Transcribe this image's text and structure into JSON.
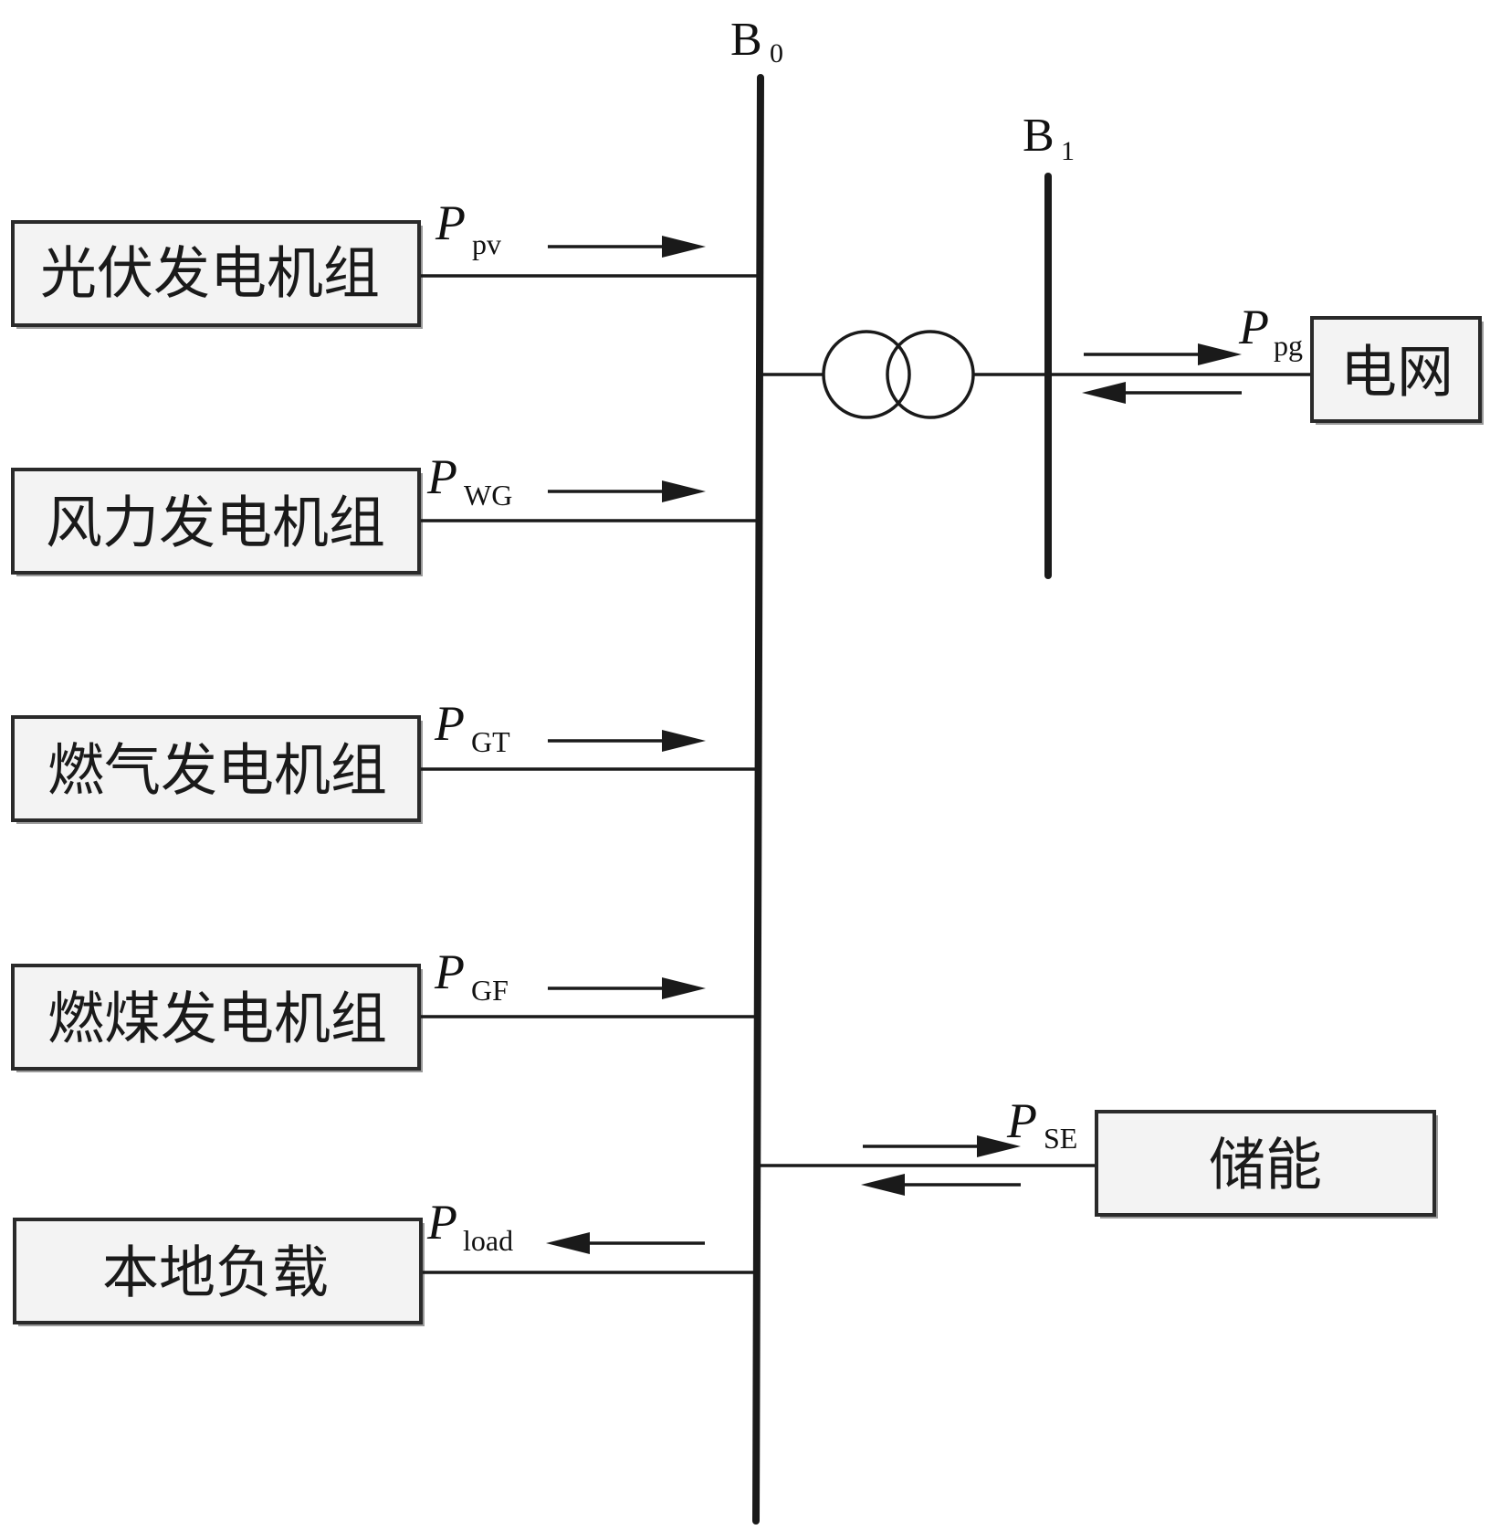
{
  "buses": {
    "b0": {
      "letter": "B",
      "sub": "0"
    },
    "b1": {
      "letter": "B",
      "sub": "1"
    }
  },
  "components": {
    "pv": {
      "label": "光伏发电机组",
      "symbol": "P",
      "sub": "pv"
    },
    "wg": {
      "label": "风力发电机组",
      "symbol": "P",
      "sub": "WG"
    },
    "gt": {
      "label": "燃气发电机组",
      "symbol": "P",
      "sub": "GT"
    },
    "gf": {
      "label": "燃煤发电机组",
      "symbol": "P",
      "sub": "GF"
    },
    "load": {
      "label": "本地负载",
      "symbol": "P",
      "sub": "load"
    },
    "grid": {
      "label": "电网",
      "symbol": "P",
      "sub": "pg"
    },
    "storage": {
      "label": "储能",
      "symbol": "P",
      "sub": "SE"
    }
  }
}
